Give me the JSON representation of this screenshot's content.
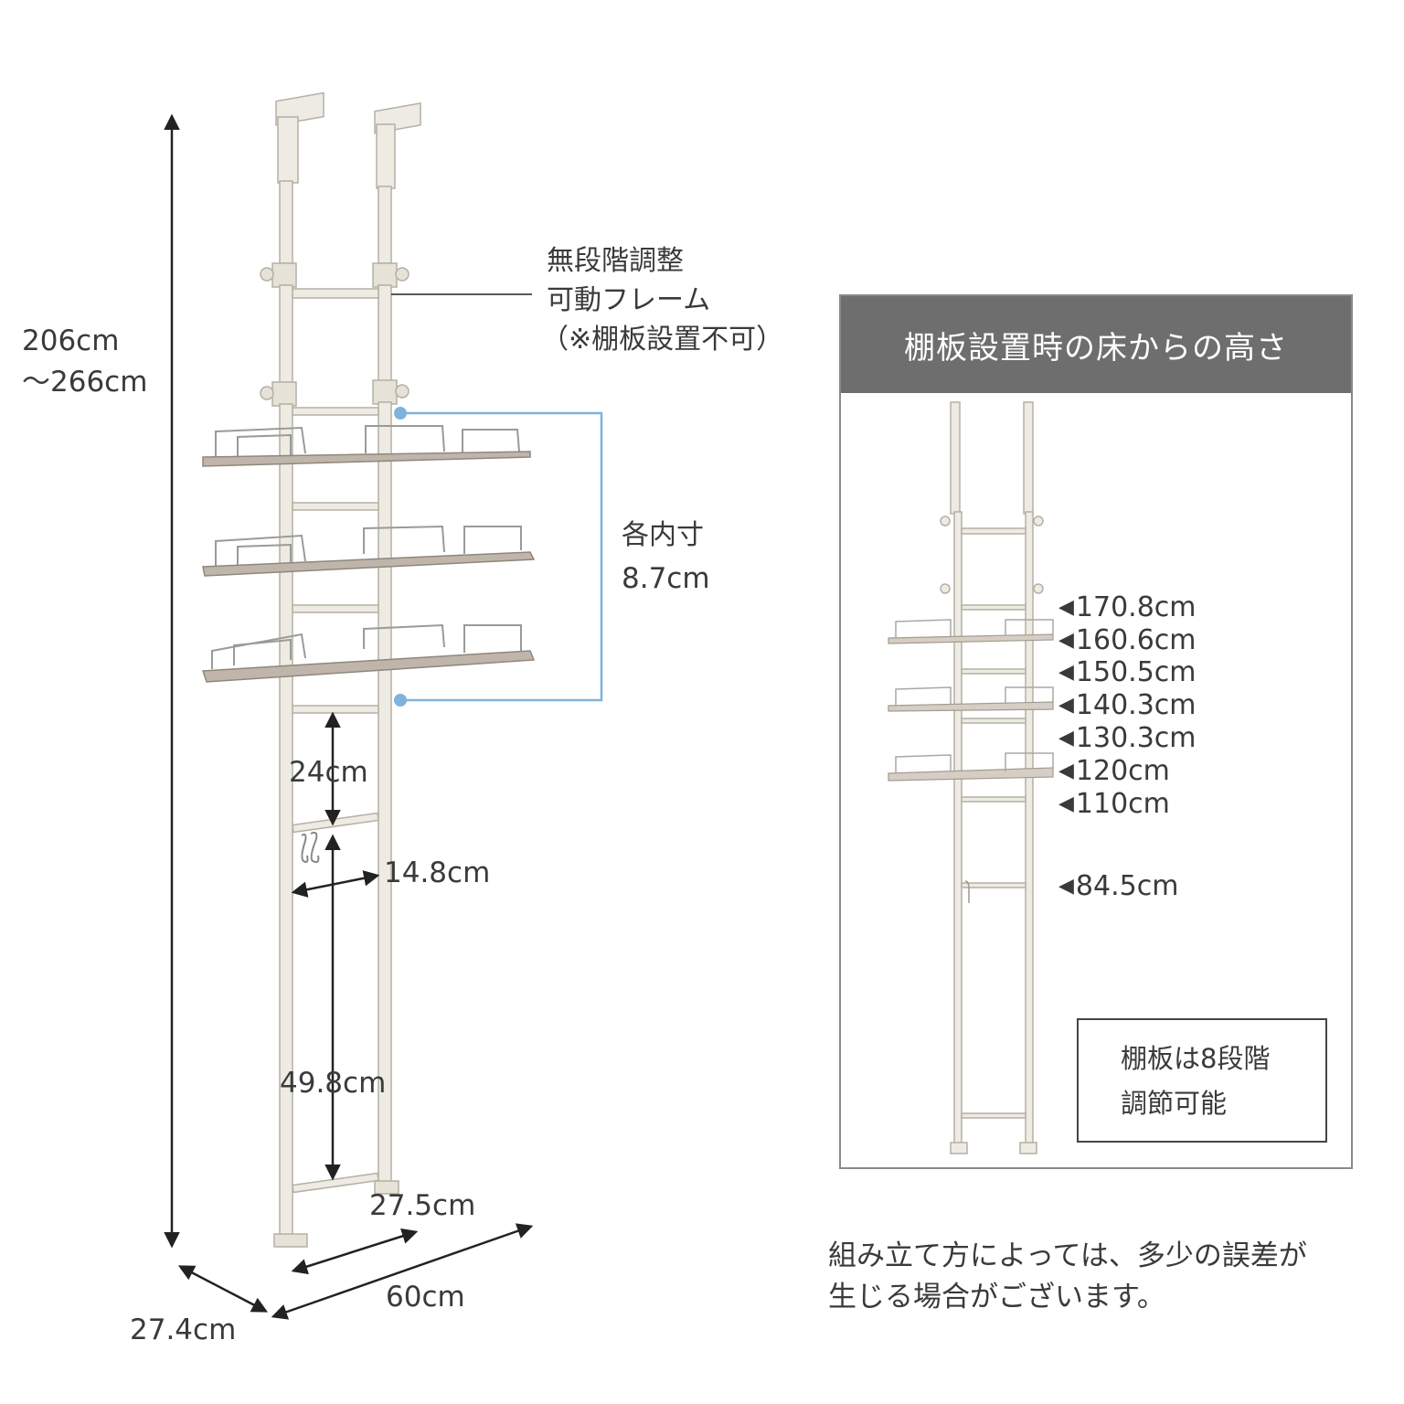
{
  "main_figure": {
    "height_range": [
      "206cm",
      "～266cm"
    ],
    "frame_callout": [
      "無段階調整",
      "可動フレーム",
      "（※棚板設置不可）"
    ],
    "shelf_inner": [
      "各内寸",
      "8.7cm"
    ],
    "dim_24": "24cm",
    "dim_148": "14.8cm",
    "dim_498": "49.8cm",
    "dim_275": "27.5cm",
    "dim_60": "60cm",
    "dim_274": "27.4cm"
  },
  "heights_panel": {
    "title": "棚板設置時の床からの高さ",
    "marker": "◀",
    "heights": [
      "170.8cm",
      "160.6cm",
      "150.5cm",
      "140.3cm",
      "130.3cm",
      "120cm",
      "110cm",
      "84.5cm"
    ],
    "note": [
      "棚板は8段階",
      "調節可能"
    ]
  },
  "footnote": [
    "組み立て方によっては、多少の誤差が",
    "生じる場合がございます。"
  ],
  "colors": {
    "frame": "#e9e6dd",
    "frame_outline": "#b4b0a6",
    "shelf_wood": "#b5aba0",
    "wire": "#9a9a9a",
    "dimension_line": "#222222",
    "callout_blue": "#7fb3db",
    "panel_header": "#6e6e6e"
  }
}
